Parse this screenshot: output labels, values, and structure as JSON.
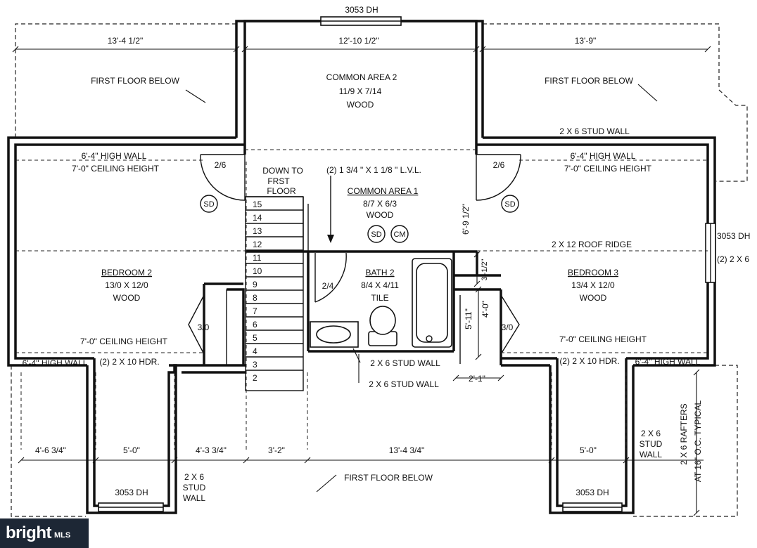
{
  "labels": {
    "window_top": "3053 DH",
    "dim_top_left": "13'-4 1/2\"",
    "dim_top_mid": "12'-10 1/2\"",
    "dim_top_right": "13'-9\"",
    "first_floor_below_left": "FIRST FLOOR BELOW",
    "first_floor_below_right": "FIRST FLOOR BELOW",
    "first_floor_below_bottom": "FIRST FLOOR BELOW",
    "common_area_2": "COMMON AREA 2",
    "common_area_2_size": "11/9 X 7/14",
    "common_area_2_floor": "WOOD",
    "stud_wall_top_right": "2 X 6 STUD WALL",
    "high_wall_left": "6'-4\" HIGH WALL",
    "ceiling_left": "7'-0\" CEILING HEIGHT",
    "door_left": "2/6",
    "down_to": "DOWN TO",
    "frst": "FRST",
    "floor": "FLOOR",
    "lvl_beam": "(2) 1 3/4 \" X 1 1/8 \" L.V.L.",
    "common_area_1": "COMMON AREA 1",
    "common_area_1_size": "8/7 X 6/3",
    "common_area_1_floor": "WOOD",
    "sd": "SD",
    "cm": "CM",
    "door_right": "2/6",
    "dim_vertical_69": "6'-9 1/2\"",
    "high_wall_right": "6'-4\" HIGH WALL",
    "ceiling_right": "7'-0\" CEILING HEIGHT",
    "window_right": "3053 DH",
    "window_right_sub": "(2) 2 X 6",
    "roof_ridge": "2 X 12 ROOF RIDGE",
    "bedroom_2": "BEDROOM 2",
    "bedroom_2_size": "13/0 X 12/0",
    "bedroom_2_floor": "WOOD",
    "closet_left": "3/0",
    "ceiling_left_lower": "7'-0\" CEILING HEIGHT",
    "high_wall_left_lower": "6'-4\" HIGH WALL",
    "hdr_left": "(2) 2 X 10 HDR.",
    "bath_door": "2/4",
    "bath_2": "BATH 2",
    "bath_2_size": "8/4 X 4/11",
    "bath_2_floor": "TILE",
    "dim_3_1": "3'-1/2\"",
    "dim_5_11": "5'-11\"",
    "dim_4_0": "4'-0\"",
    "closet_right": "3/0",
    "bedroom_3": "BEDROOM 3",
    "bedroom_3_size": "13/4 X 12/0",
    "bedroom_3_floor": "WOOD",
    "ceiling_right_lower": "7'-0\" CEILING HEIGHT",
    "hdr_right": "(2) 2 X 10 HDR.",
    "high_wall_right_lower": "6'-4\" HIGH WALL",
    "stud_wall_bath_1": "2 X 6 STUD WALL",
    "stud_wall_bath_2": "2 X 6 STUD WALL",
    "dim_2_1": "2'-1\"",
    "stair_steps": [
      "15",
      "14",
      "13",
      "12",
      "11",
      "10",
      "9",
      "8",
      "7",
      "6",
      "5",
      "4",
      "3",
      "2"
    ],
    "dim_bot_1": "4'-6 3/4\"",
    "dim_bot_2": "5'-0\"",
    "dim_bot_3": "4'-3 3/4\"",
    "dim_bot_4": "3'-2\"",
    "dim_bot_5": "13'-4 3/4\"",
    "dim_bot_6": "5'-0\"",
    "stud_left_1": "2 X 6",
    "stud_left_2": "STUD",
    "stud_left_3": "WALL",
    "stud_right_1": "2 X 6",
    "stud_right_2": "STUD",
    "stud_right_3": "WALL",
    "rafters_1": "2 X 6 RAFTERS",
    "rafters_2": "AT 16\" O.C. TYPICAL",
    "window_bot_left": "3053 DH",
    "window_bot_right": "3053 DH"
  },
  "watermark": {
    "brand": "bright",
    "suffix": "MLS"
  },
  "colors": {
    "ink": "#111111",
    "watermark_bg": "#1d2735"
  }
}
